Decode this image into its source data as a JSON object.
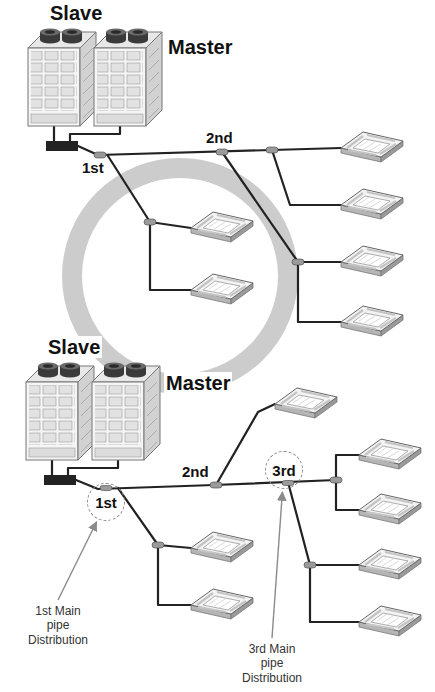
{
  "diagram": {
    "nodes": [
      {
        "text": [
          "1st"
        ]
      },
      {
        "text": [
          "3rd"
        ]
      }
    ],
    "labels": [
      "Slave",
      "Master",
      "1st",
      "2nd",
      "Slave",
      "Master",
      "2nd",
      "1st Main pipe Distribution",
      "3rd Main pipe Distribution"
    ]
  }
}
